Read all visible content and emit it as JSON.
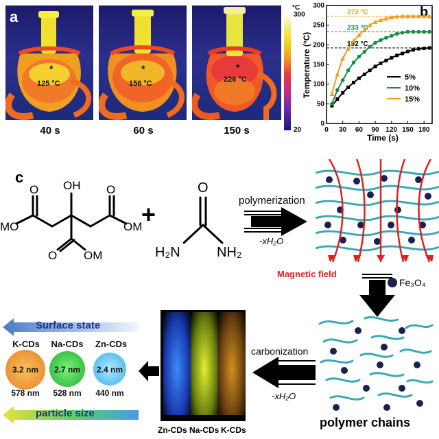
{
  "panels": {
    "a": "a",
    "b": "b",
    "c": "c"
  },
  "thermal": {
    "scale_unit": "°C",
    "scale_max": "300",
    "scale_min": "20",
    "images": [
      {
        "temp": "125 °C",
        "time": "40 s",
        "star": "*"
      },
      {
        "temp": "156 °C",
        "time": "60 s",
        "star": "*"
      },
      {
        "temp": "226 °C",
        "time": "150 s",
        "star": "*"
      }
    ]
  },
  "chart_data": {
    "type": "line",
    "xlabel": "Time (s)",
    "ylabel": "Temperature (°C)",
    "xlim": [
      0,
      195
    ],
    "ylim": [
      0,
      300
    ],
    "xticks": [
      "0",
      "30",
      "60",
      "90",
      "120",
      "150",
      "180"
    ],
    "yticks": [
      "0",
      "50",
      "100",
      "150",
      "200",
      "250",
      "300"
    ],
    "legend_position": "center-right",
    "annotations": [
      "273 °C",
      "233 °C",
      "192 °C"
    ],
    "x": [
      10,
      20,
      30,
      40,
      50,
      60,
      70,
      80,
      90,
      100,
      110,
      120,
      130,
      140,
      150,
      160,
      170,
      180,
      190
    ],
    "series": [
      {
        "name": "5%",
        "color": "#000000",
        "values": [
          45,
          62,
          78,
          92,
          104,
          115,
          125,
          135,
          145,
          153,
          160,
          167,
          173,
          178,
          183,
          187,
          190,
          191,
          192
        ]
      },
      {
        "name": "10%",
        "color": "#1a8a4a",
        "values": [
          50,
          85,
          110,
          135,
          155,
          170,
          182,
          195,
          205,
          212,
          218,
          223,
          228,
          231,
          233,
          233,
          233,
          233,
          233
        ]
      },
      {
        "name": "15%",
        "color": "#f0a020",
        "values": [
          75,
          125,
          165,
          190,
          210,
          225,
          238,
          250,
          258,
          263,
          267,
          270,
          272,
          273,
          273,
          273,
          273,
          273,
          273
        ]
      }
    ]
  },
  "synthesis": {
    "oh": "OH",
    "o": "O",
    "mo": "MO",
    "om": "OM",
    "plus": "+",
    "urea_o": "O",
    "h2n": "H₂N",
    "nh2": "NH₂",
    "polymerization": "polymerization",
    "minus_water_1": "-xH₂O",
    "magnetic_field": "Magnetic field",
    "fe3o4": "Fe₃O₄",
    "carbonization": "carbonization",
    "minus_water_2": "-xH₂O",
    "polymer_chains": "polymer chains"
  },
  "cds": {
    "surface_state": "Surface state",
    "particle_size": "particle size",
    "dots": [
      {
        "name": "K-CDs",
        "size": "3.2 nm",
        "wavelength": "578 nm",
        "color": "#f0a040"
      },
      {
        "name": "Na-CDs",
        "size": "2.7 nm",
        "wavelength": "528 nm",
        "color": "#3ad04a"
      },
      {
        "name": "Zn-CDs",
        "size": "2.4 nm",
        "wavelength": "440 nm",
        "color": "#58c8f0"
      }
    ],
    "vials": [
      {
        "label": "Zn-CDs",
        "color": "#2a6af0"
      },
      {
        "label": "Na-CDs",
        "color": "#c8e020"
      },
      {
        "label": "K-CDs",
        "color": "#c08018"
      }
    ]
  }
}
